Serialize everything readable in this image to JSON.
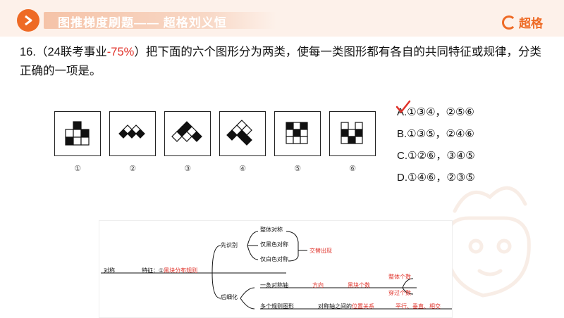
{
  "header": {
    "title": "图推梯度刷题—— 超格刘义恒",
    "brand_name": "超格",
    "accent_color": "#ee6a25"
  },
  "question": {
    "number": "16.",
    "source_prefix": "（24联考事业",
    "rate": "-75%",
    "source_suffix": "）",
    "text": "把下面的六个图形分为两类，使每一类图形都有各自的共同特征或规律，分类正确的一项是。"
  },
  "figures": {
    "labels": [
      "①",
      "②",
      "③",
      "④",
      "⑤",
      "⑥"
    ]
  },
  "options": [
    {
      "label": "A.①③④，②⑤⑥",
      "checked": true
    },
    {
      "label": "B.①③⑤，②④⑥",
      "checked": false
    },
    {
      "label": "C.①②⑥，③④⑤",
      "checked": false
    },
    {
      "label": "D.①④⑥，②③⑤",
      "checked": false
    }
  ],
  "mindmap": {
    "root": "对称",
    "feature_prefix": "特征：①",
    "feature_highlight": "黑块分布规则",
    "first_identify": "先识别",
    "whole_sym": "整体对称",
    "black_sym": "仅黑色对称",
    "white_sym": "仅白色对称",
    "alternate": "交替出现",
    "then_refine": "后细化",
    "one_axis": "一条对称轴",
    "direction": "方向",
    "black_count": "黑块个数",
    "whole_count": "整体个数",
    "cross_count": "穿过个数",
    "multi_shapes": "多个规则图形",
    "axis_rel_prefix": "对称轴之间的",
    "axis_rel_highlight": "位置关系",
    "relations": "平行、垂直、相交"
  }
}
